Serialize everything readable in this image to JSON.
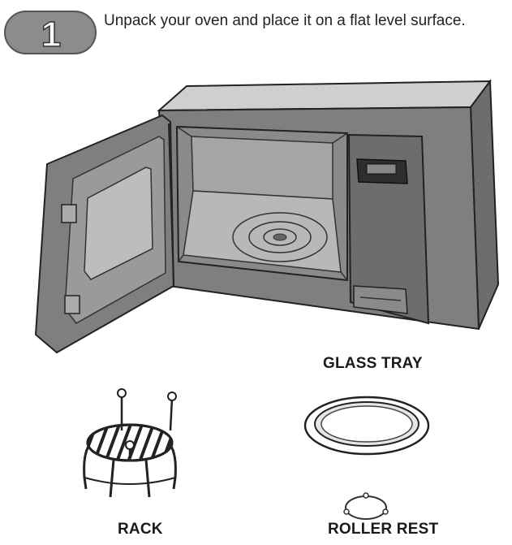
{
  "step": {
    "number": "1"
  },
  "instruction": {
    "text": "Unpack your oven and place it on a flat level surface."
  },
  "labels": {
    "glass_tray": "GLASS TRAY",
    "rack": "RACK",
    "roller_rest": "ROLLER REST"
  },
  "colors": {
    "oven_body": "#7f7f7f",
    "oven_dark": "#5a5a5a",
    "oven_light": "#cfcfcf",
    "badge": "#8c8c8c",
    "ink": "#1a1a1a"
  }
}
